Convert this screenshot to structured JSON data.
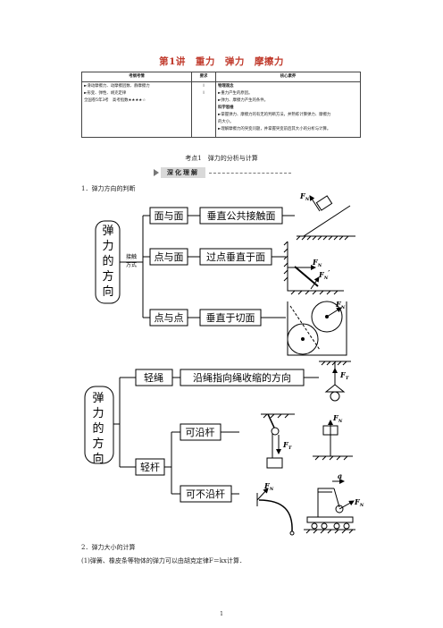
{
  "title": "第1讲　重力　弹力　摩擦力",
  "table": {
    "headers": [
      "考纲考情",
      "要求",
      "核心素养"
    ],
    "col1": [
      "►滑动摩擦力、动摩擦因数、静摩擦力",
      "►形变、弹性、胡克定律",
      "全国卷5年3考　高考指数★★★★☆"
    ],
    "col2": [
      "Ⅰ",
      "Ⅰ"
    ],
    "col3": [
      "物理观念",
      "►重力产生的原因。",
      "►弹力、摩擦力产生的条件。",
      "科学思维",
      "►掌握弹力、摩擦力的有无的判断方法，并熟练计算弹力、摩擦力",
      "的大小。",
      "►理解摩擦力的突变问题，并掌握突变前后其大小的分析与计算。"
    ]
  },
  "kaodian": "考点1　弹力的分析与计算",
  "banner": "深化理解",
  "section1": "1．弹力方向的判断",
  "diagram1": {
    "root": [
      "弹",
      "力",
      "的",
      "方",
      "向"
    ],
    "branch": [
      "接触",
      "方式"
    ],
    "cases": [
      "面与面",
      "点与面",
      "点与点"
    ],
    "results": [
      "垂直公共接触面",
      "过点垂直于面",
      "垂直于切面"
    ]
  },
  "diagram2": {
    "root": [
      "弹",
      "力",
      "的",
      "方",
      "向"
    ],
    "cases": [
      "轻绳",
      "轻杆"
    ],
    "result_rope": "沿绳指向绳收缩的方向",
    "rod_cases": [
      "可沿杆",
      "可不沿杆"
    ]
  },
  "force_labels": {
    "fn": "F",
    "sub_n": "N",
    "sub_t": "T",
    "prime": "′",
    "a": "a"
  },
  "section2": "2．弹力大小的计算",
  "section2_1": "(1)弹簧、橡皮条等物体的弹力可以由胡克定律F＝kx计算．",
  "page_number": "1"
}
